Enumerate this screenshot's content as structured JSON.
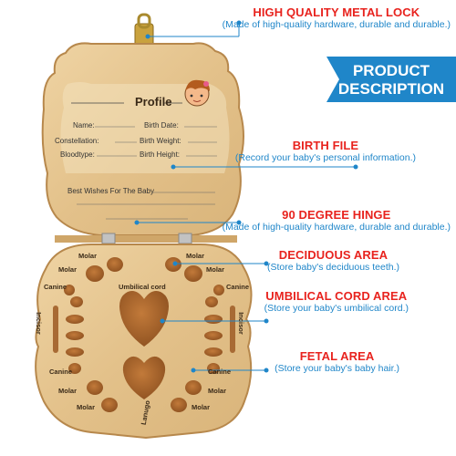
{
  "callouts": [
    {
      "title": "HIGH QUALITY METAL LOCK",
      "sub": "(Made of high-quality hardware, durable and durable.)"
    },
    {
      "title": "BIRTH FILE",
      "sub": "(Record your baby's personal information.)"
    },
    {
      "title": "90 DEGREE HINGE",
      "sub": "(Made of high-quality hardware, durable and durable.)"
    },
    {
      "title": "DECIDUOUS AREA",
      "sub": "(Store baby's deciduous teeth.)"
    },
    {
      "title": "UMBILICAL CORD AREA",
      "sub": "(Store your baby's umbilical cord.)"
    },
    {
      "title": "FETAL AREA",
      "sub": "(Store your baby's baby hair.)"
    }
  ],
  "banner": {
    "line1": "PRODUCT",
    "line2": "DESCRIPTION"
  },
  "lid": {
    "profile_title": "Profile",
    "name": "Name:",
    "birth_date": "Birth Date:",
    "constellation": "Constellation:",
    "birth_weight": "Birth Weight:",
    "bloodtype": "Bloodtype:",
    "birth_height": "Birth Height:",
    "wishes": "Best Wishes For The Baby"
  },
  "tray": {
    "molar": "Molar",
    "canine": "Canine",
    "incisor": "Incisor",
    "umbilical_cord": "Umbilical cord",
    "lanugo": "Lanugo"
  },
  "colors": {
    "accent_red": "#e8231e",
    "accent_blue": "#1f86c9",
    "wood": "#e6c690",
    "wood_dark": "#c99a5b"
  }
}
